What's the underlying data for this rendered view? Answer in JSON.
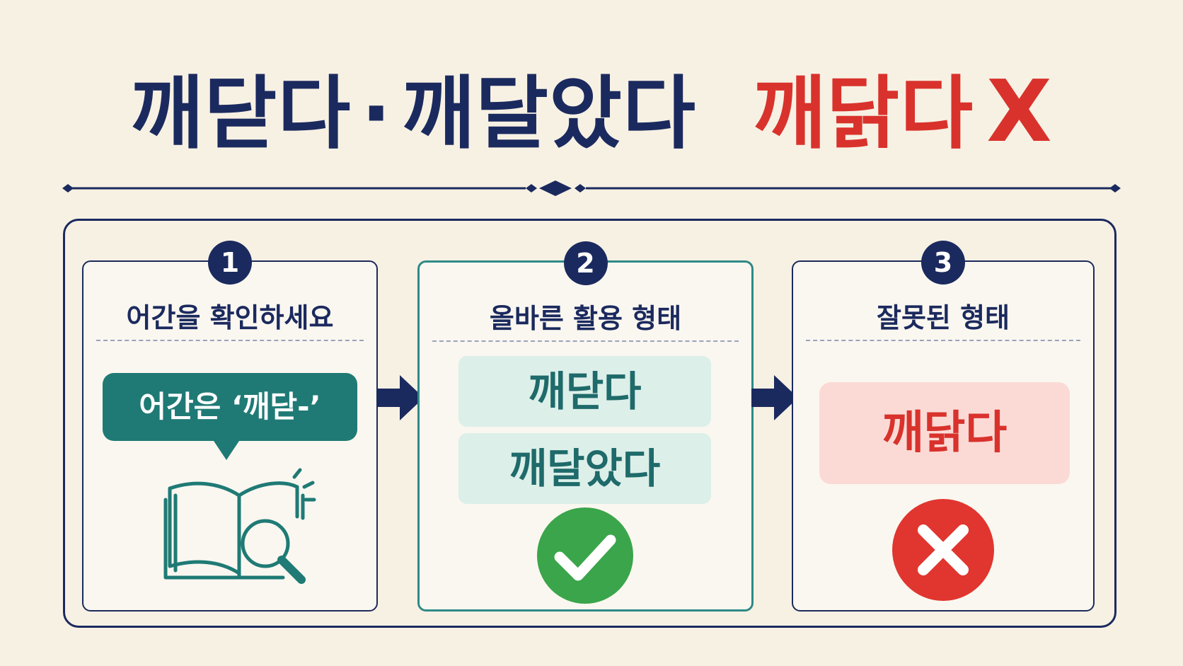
{
  "title": {
    "correct_1": "깨닫다",
    "separator": "·",
    "correct_2": "깨달았다",
    "wrong": "깨닭다",
    "wrong_mark": "X"
  },
  "steps": [
    {
      "number": "1",
      "heading": "어간을 확인하세요",
      "bubble": "어간은 ‘깨닫-’",
      "icon": "book-magnifier-icon"
    },
    {
      "number": "2",
      "heading": "올바른 활용 형태",
      "forms": [
        "깨닫다",
        "깨달았다"
      ],
      "icon": "check-icon"
    },
    {
      "number": "3",
      "heading": "잘못된 형태",
      "wrong_form": "깨닭다",
      "icon": "x-icon"
    }
  ],
  "colors": {
    "background": "#f7f1e4",
    "navy": "#1b2a5e",
    "teal": "#1f7a75",
    "red": "#d9322c",
    "green": "#3aa54a",
    "light_teal": "#dcefe9",
    "light_red": "#fbdad6"
  }
}
